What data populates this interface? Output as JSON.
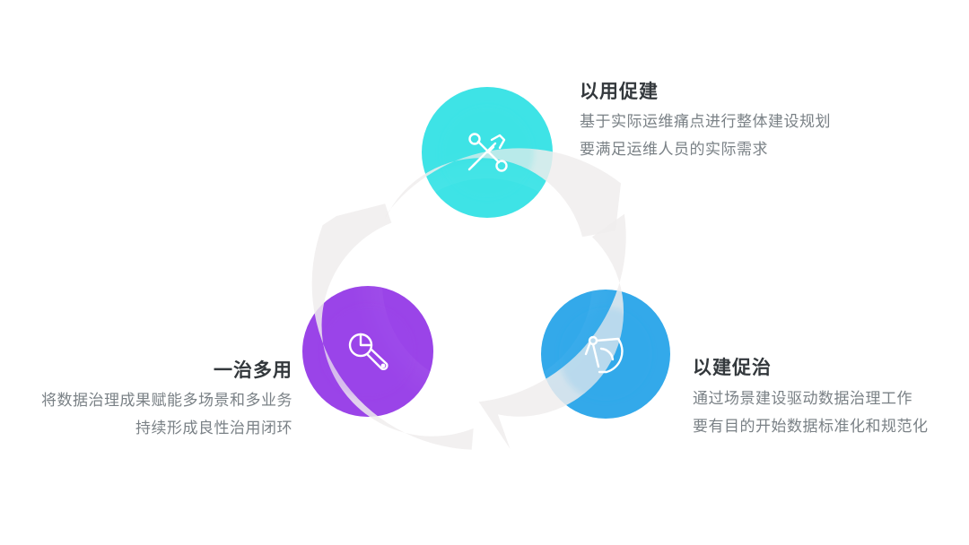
{
  "stages": [
    {
      "title": "以用促建",
      "lines": [
        "基于实际运维痛点进行整体建设规划",
        "要满足运维人员的实际需求"
      ],
      "color": "#3ee3e6",
      "icon": "wrench-screwdriver-icon"
    },
    {
      "title": "以建促治",
      "lines": [
        "通过场景建设驱动数据治理工作",
        "要有目的开始数据标准化和规范化"
      ],
      "color": "#33a9ea",
      "icon": "compass-protractor-icon"
    },
    {
      "title": "一治多用",
      "lines": [
        "将数据治理成果赋能多场景和多业务",
        "持续形成良性治用闭环"
      ],
      "color": "#9a44e8",
      "icon": "wrench-pie-icon"
    }
  ],
  "ring_color": "#efeded"
}
